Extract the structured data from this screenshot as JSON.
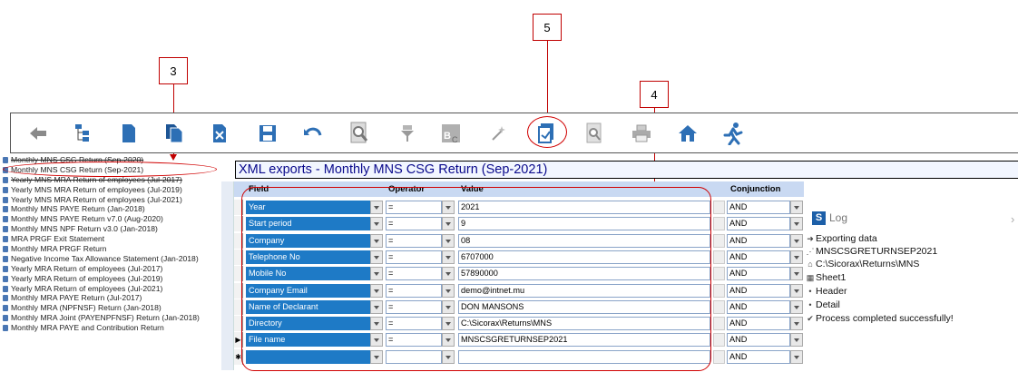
{
  "callouts": [
    "3",
    "4",
    "5"
  ],
  "toolbar": {
    "buttons": [
      {
        "name": "back-icon",
        "glyph": "⇦"
      },
      {
        "name": "tree-icon",
        "glyph": "⊞"
      },
      {
        "name": "new-document-icon",
        "glyph": "▯"
      },
      {
        "name": "copy-document-icon",
        "glyph": "⧉"
      },
      {
        "name": "delete-document-icon",
        "glyph": "✖"
      },
      {
        "name": "save-icon",
        "glyph": "💾"
      },
      {
        "name": "undo-icon",
        "glyph": "↶"
      },
      {
        "name": "search-document-icon",
        "glyph": "🔍"
      },
      {
        "name": "filter-icon",
        "glyph": "⊽"
      },
      {
        "name": "abc-icon",
        "glyph": "ABC"
      },
      {
        "name": "magic-wand-icon",
        "glyph": "✧"
      },
      {
        "name": "export-icon",
        "glyph": "⎘"
      },
      {
        "name": "preview-icon",
        "glyph": "🔎"
      },
      {
        "name": "print-icon",
        "glyph": "⎙"
      },
      {
        "name": "home-icon",
        "glyph": "⌂"
      },
      {
        "name": "run-icon",
        "glyph": "🏃"
      }
    ]
  },
  "tree": {
    "items": [
      "Monthly MNS CSG Return (Sep-2020)",
      "Monthly MNS CSG Return (Sep-2021)",
      "Yearly MNS MRA Return of employees (Jul-2017)",
      "Yearly MNS MRA Return of employees (Jul-2019)",
      "Yearly MNS MRA Return of employees (Jul-2021)",
      "Monthly MNS PAYE Return (Jan-2018)",
      "Monthly MNS PAYE Return v7.0 (Aug-2020)",
      "Monthly MNS NPF Return v3.0 (Jan-2018)",
      "MRA PRGF Exit Statement",
      "Monthly MRA PRGF Return",
      "Negative Income Tax Allowance Statement (Jan-2018)",
      "Yearly MRA Return of employees (Jul-2017)",
      "Yearly MRA Return of employees (Jul-2019)",
      "Yearly MRA Return of employees (Jul-2021)",
      "Monthly MRA PAYE Return (Jul-2017)",
      "Monthly MRA (NPFNSF) Return (Jan-2018)",
      "Monthly MRA Joint (PAYENPFNSF) Return (Jan-2018)",
      "Monthly MRA PAYE and Contribution Return"
    ]
  },
  "form": {
    "title": "XML exports - Monthly MNS CSG Return (Sep-2021)",
    "headers": {
      "field": "Field",
      "operator": "Operator",
      "value": "Value",
      "conjunction": "Conjunction"
    },
    "rows": [
      {
        "field": "Year",
        "operator": "=",
        "value": "2021",
        "conjunction": "AND"
      },
      {
        "field": "Start period",
        "operator": "=",
        "value": "9",
        "conjunction": "AND"
      },
      {
        "field": "Company",
        "operator": "=",
        "value": "08",
        "conjunction": "AND"
      },
      {
        "field": "Telephone No",
        "operator": "=",
        "value": "6707000",
        "conjunction": "AND"
      },
      {
        "field": "Mobile No",
        "operator": "=",
        "value": "57890000",
        "conjunction": "AND"
      },
      {
        "field": "Company Email",
        "operator": "=",
        "value": "demo@intnet.mu",
        "conjunction": "AND"
      },
      {
        "field": "Name of Declarant",
        "operator": "=",
        "value": "DON MANSONS",
        "conjunction": "AND"
      },
      {
        "field": "Directory",
        "operator": "=",
        "value": "C:\\Sicorax\\Returns\\MNS",
        "conjunction": "AND"
      },
      {
        "field": "File name",
        "operator": "=",
        "value": "MNSCSGRETURNSEP2021",
        "conjunction": "AND"
      },
      {
        "field": "",
        "operator": "",
        "value": "",
        "conjunction": "AND"
      }
    ],
    "row_markers": [
      "",
      "",
      "",
      "",
      "",
      "",
      "",
      "",
      "▶",
      "✱"
    ]
  },
  "log": {
    "title": "Log",
    "logo": "S",
    "lines": [
      {
        "icon": "➜",
        "text": "Exporting data"
      },
      {
        "icon": "⋰",
        "text": "MNSCSGRETURNSEP2021"
      },
      {
        "icon": "⌂",
        "text": "C:\\Sicorax\\Returns\\MNS"
      },
      {
        "icon": "▦",
        "text": "Sheet1"
      },
      {
        "icon": "•",
        "text": "Header"
      },
      {
        "icon": "•",
        "text": "Detail"
      },
      {
        "icon": "✔",
        "text": "Process completed successfully!"
      }
    ]
  },
  "colors": {
    "annotation": "#d00000",
    "field_cell": "#1e7ac6",
    "title_text": "#0a0a8c",
    "grid_header": "#c9d9f2"
  }
}
